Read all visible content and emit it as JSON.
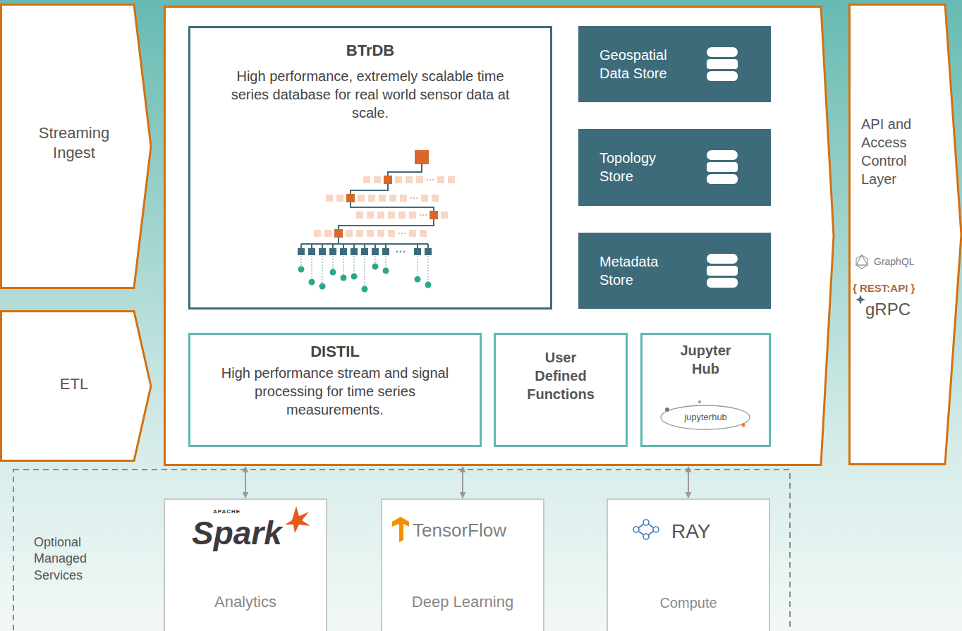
{
  "diagram": {
    "nodes": [
      {
        "text": [
          "Streaming Ingest"
        ]
      },
      {
        "text": [
          "ETL"
        ]
      },
      {
        "text": []
      },
      {
        "text": [
          "BTrDB",
          "High performance, extremely scalable time series database for real world sensor data at scale."
        ],
        "in": 2
      },
      {
        "text": [
          "Geospatial Data Store"
        ],
        "in": 2
      },
      {
        "text": [
          "Topology Store"
        ],
        "in": 2
      },
      {
        "text": [
          "Metadata Store"
        ],
        "in": 2
      },
      {
        "text": [
          "DISTIL",
          "High performance stream and signal processing for time series measurements."
        ],
        "in": 2
      },
      {
        "text": [
          "User Defined Functions"
        ],
        "in": 2
      },
      {
        "text": [
          "Jupyter Hub",
          "jupyterhub"
        ],
        "in": 2
      },
      {
        "text": [
          "API and Access Control Layer",
          "GraphQL",
          "{ REST:API }",
          "gRPC"
        ]
      },
      {
        "text": [
          "Optional Managed Services"
        ]
      },
      {
        "text": [
          "APACHE",
          "Spark",
          "Analytics"
        ],
        "in": 11
      },
      {
        "text": [
          "TensorFlow",
          "Deep Learning"
        ],
        "in": 11
      },
      {
        "text": [
          "RAY",
          "Compute"
        ],
        "in": 11
      }
    ],
    "edges": [
      {
        "from": 2,
        "to": 12,
        "arrow": "both"
      },
      {
        "from": 2,
        "to": 13,
        "arrow": "both"
      },
      {
        "from": 2,
        "to": 14,
        "arrow": "both"
      }
    ]
  }
}
